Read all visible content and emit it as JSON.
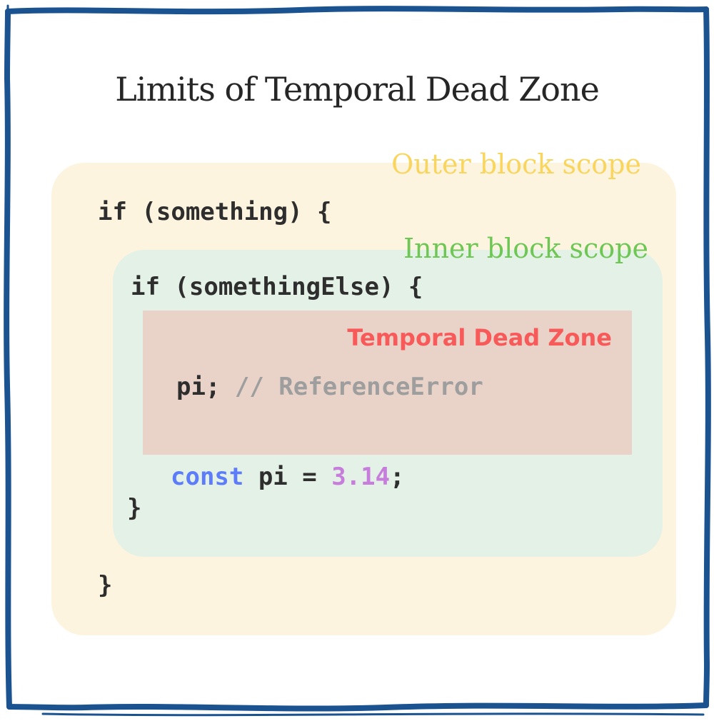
{
  "frame": {
    "border_color": "#1B5391"
  },
  "title": {
    "text": "Limits of Temporal Dead Zone",
    "color": "#262626"
  },
  "outer_scope": {
    "label": "Outer block scope",
    "label_color": "#FAD55D",
    "bg_color": "#FCF4DF",
    "open_code": "if (something) {",
    "close_code": "}"
  },
  "inner_scope": {
    "label": "Inner block scope",
    "label_color": "#6EC755",
    "bg_color": "#E4F1E7",
    "open_code": "if (somethingElse) {",
    "close_code": "}"
  },
  "tdz": {
    "label": "Temporal Dead Zone",
    "label_color": "#F85A5A",
    "bg_color": "#E9D3C8",
    "statement": "pi; ",
    "comment": "// ReferenceError",
    "comment_color": "#9E9E9E"
  },
  "declaration": {
    "keyword": "const",
    "keyword_color": "#5C7CFA",
    "identifier": " pi ",
    "operator": "= ",
    "value": "3.14",
    "value_color": "#C77DDB",
    "semicolon": ";"
  },
  "code_color": "#2E2E2E"
}
